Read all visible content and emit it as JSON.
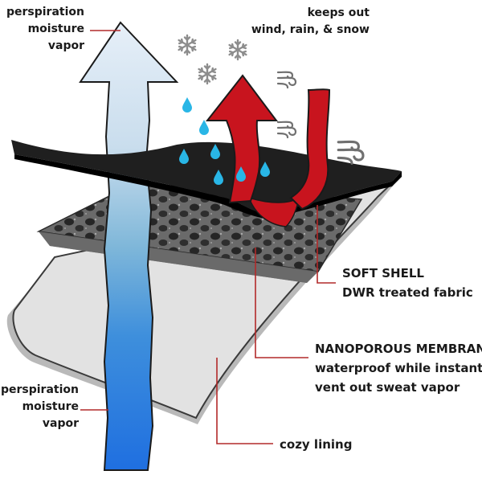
{
  "labels": {
    "perspiration_top": [
      "perspiration",
      "moisture",
      "vapor"
    ],
    "keeps_out": [
      "keeps out",
      "wind, rain, & snow"
    ],
    "soft_shell": [
      "SOFT SHELL",
      "DWR treated fabric"
    ],
    "membrane": [
      "NANOPOROUS MEMBRANE",
      "waterproof while instantly",
      "vent out sweat vapor"
    ],
    "perspiration_bottom": [
      "perspiration",
      "moisture",
      "vapor"
    ],
    "lining": "cozy lining"
  },
  "colors": {
    "leader_line": "#b22a2a",
    "red_arrow": "#c8141e",
    "water_drop": "#29b6e6",
    "soft_shell_fabric": "#1f1f1f",
    "membrane": "#5b5b5b",
    "lining": "#dcdcdc",
    "vapor_light": "#dce9f4",
    "vapor_dark": "#1f6fe0"
  },
  "icons": [
    "snowflake-icon",
    "water-drop-icon",
    "wind-icon",
    "vapor-arrow-icon",
    "weather-arrow-icon"
  ]
}
